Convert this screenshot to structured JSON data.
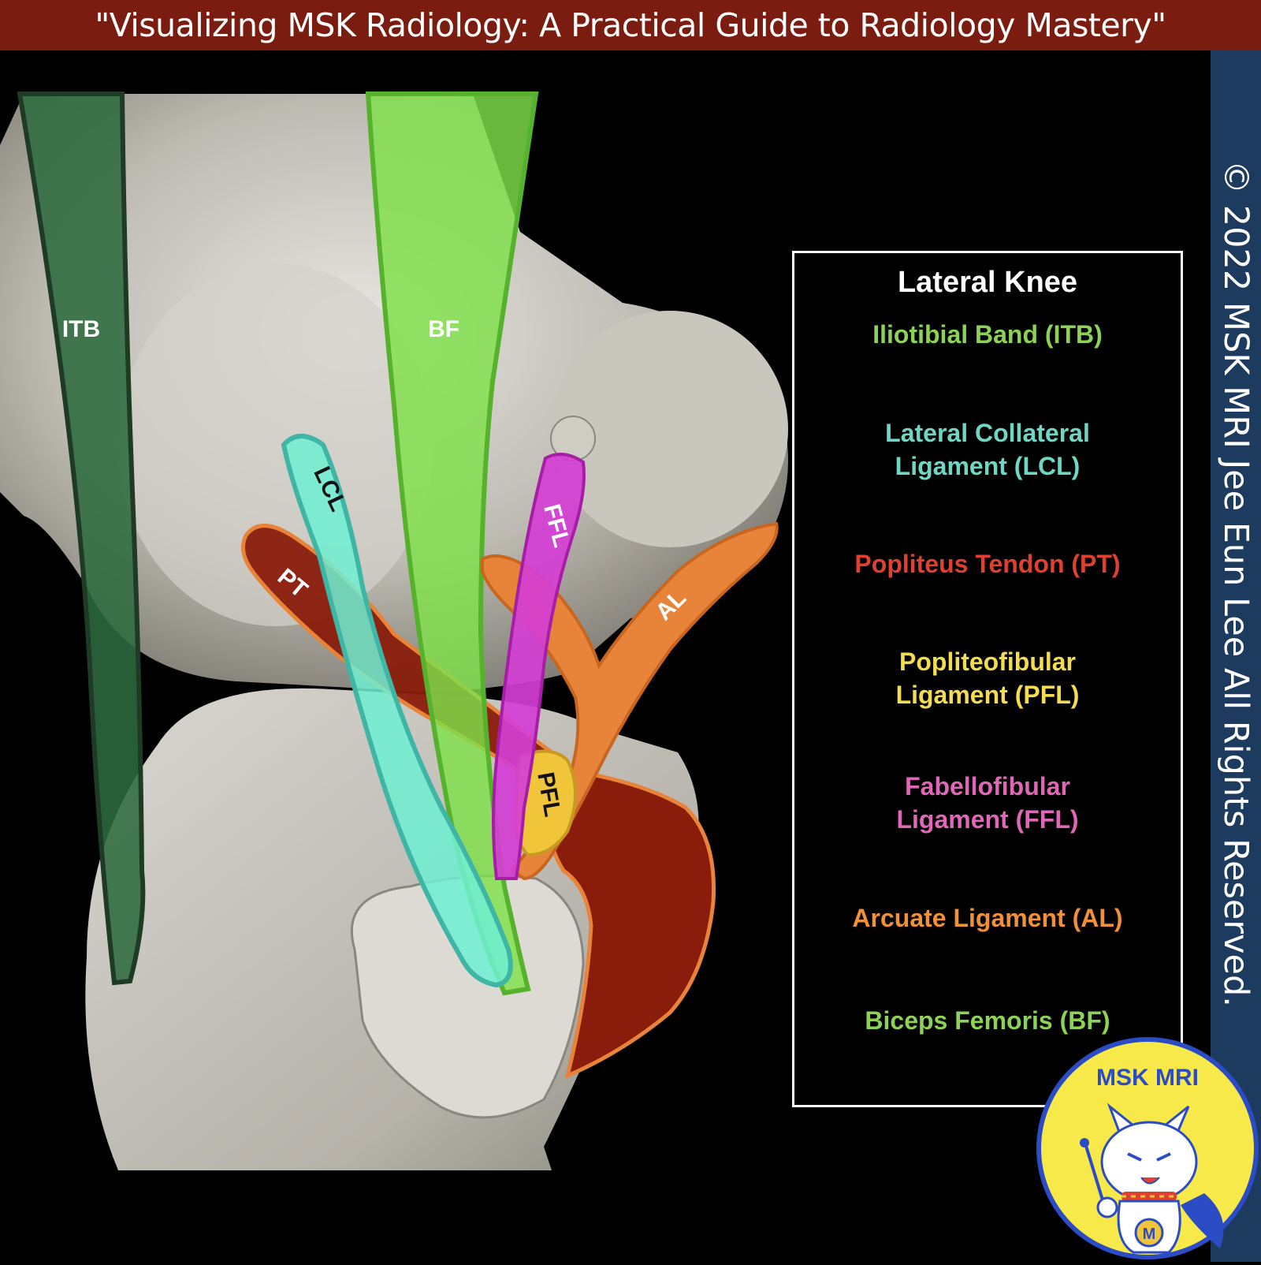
{
  "header": {
    "title": "\"Visualizing MSK Radiology: A Practical Guide to Radiology Mastery\""
  },
  "copyright": "© 2022 MSK MRI Jee Eun Lee All Rights Reserved.",
  "figure_labels": {
    "itb": "ITB",
    "bf": "BF",
    "lcl": "LCL",
    "pt": "PT",
    "ffl": "FFL",
    "al": "AL",
    "pfl": "PFL"
  },
  "legend": {
    "title": "Lateral Knee",
    "items": [
      {
        "line1": "Iliotibial Band (ITB)",
        "line2": "",
        "color": "#8bd256"
      },
      {
        "line1": "Lateral Collateral",
        "line2": "Ligament (LCL)",
        "color": "#6fd6c4"
      },
      {
        "line1": "Popliteus Tendon (PT)",
        "line2": "",
        "color": "#e0402f"
      },
      {
        "line1": "Popliteofibular",
        "line2": "Ligament (PFL)",
        "color": "#f3dc4f"
      },
      {
        "line1": "Fabellofibular",
        "line2": "Ligament (FFL)",
        "color": "#e067b8"
      },
      {
        "line1": "Arcuate Ligament (AL)",
        "line2": "",
        "color": "#f09038"
      },
      {
        "line1": "Biceps Femoris (BF)",
        "line2": "",
        "color": "#8bd256"
      }
    ]
  },
  "logo": {
    "text": "MSK MRI",
    "badge": "M"
  },
  "colors": {
    "banner": "#7a1d10",
    "sidebar": "#1d3a5f",
    "itb": "#2e6b3f",
    "bf": "#7fe04a",
    "lcl": "#6ef0d2",
    "pt": "#8a1c0c",
    "ffl": "#d43ed4",
    "al": "#e8843a",
    "pfl": "#f0c53a"
  }
}
